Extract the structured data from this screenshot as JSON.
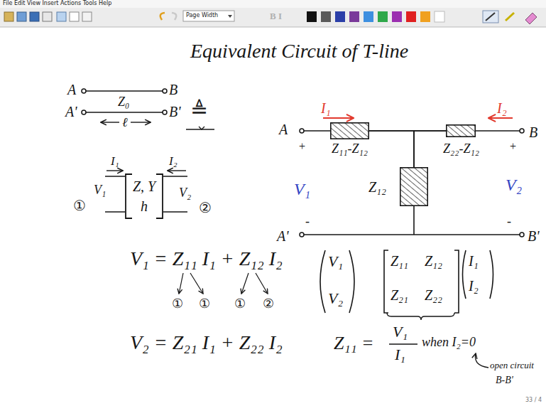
{
  "diagram": {
    "title": "Equivalent Circuit of T-line",
    "nodes": [
      {
        "text": [
          "Z₁₁-Z₁₂"
        ]
      },
      {
        "text": [
          "Z₂₂-Z₁₂"
        ]
      },
      {
        "text": [
          "Z₁₂"
        ]
      },
      {
        "text": [
          "Z, Y",
          "h"
        ]
      }
    ],
    "edges": [
      {
        "from": 0,
        "to": 1,
        "arrow": "none"
      },
      {
        "from": 0,
        "to": 2,
        "arrow": "none"
      },
      {
        "from": 1,
        "to": 2,
        "arrow": "none"
      }
    ],
    "labels": [
      "File Edit View Insert Actions Tools Help",
      "Page Width",
      "B I",
      "A",
      "B",
      "Z₀",
      "A'",
      "B'",
      "ℓ",
      "≜",
      "I₁",
      "I₂",
      "①",
      "V₁",
      "V₂",
      "②",
      "A",
      "I₁",
      "I₂",
      "B",
      "+",
      "V₁",
      "-",
      "A'",
      "+",
      "V₂",
      "-",
      "B'",
      "V₁ = Z₁₁ I₁ + Z₁₂ I₂",
      "①",
      "①",
      "①",
      "②",
      "V₂ = Z₂₁ I₁ + Z₂₂ I₂",
      "V₁",
      "V₂",
      "Z₁₁",
      "Z₁₂",
      "Z₂₁",
      "Z₂₂",
      "I₁",
      "I₂",
      "Z₁₁ =",
      "V₁",
      "I₁",
      "when I₂=0",
      "open circuit",
      "B-B'",
      "33 / 4"
    ]
  }
}
